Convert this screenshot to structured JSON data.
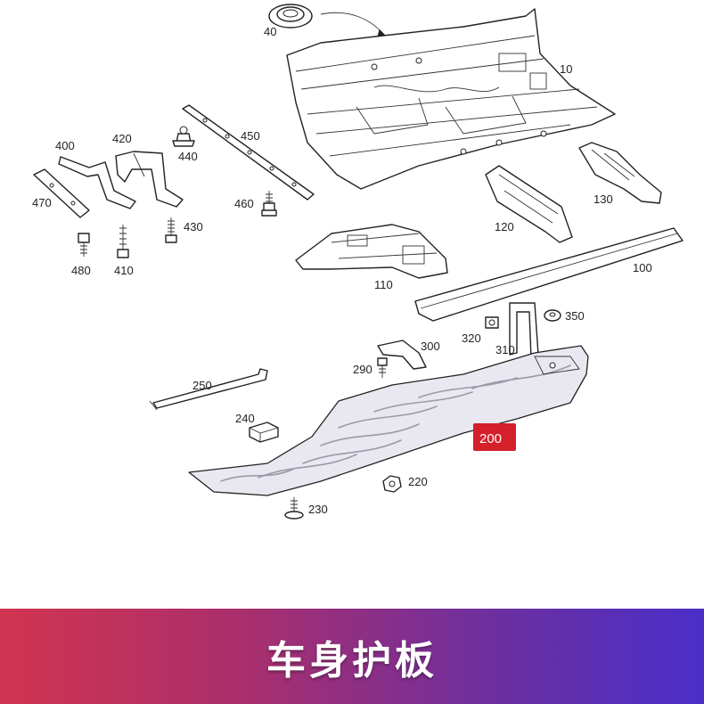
{
  "diagram": {
    "labels": {
      "p10": "10",
      "p40": "40",
      "p100": "100",
      "p110": "110",
      "p120": "120",
      "p130": "130",
      "p200": "200",
      "p220": "220",
      "p230": "230",
      "p240": "240",
      "p250": "250",
      "p290": "290",
      "p300": "300",
      "p310": "310",
      "p320": "320",
      "p350": "350",
      "p400": "400",
      "p410": "410",
      "p420": "420",
      "p430": "430",
      "p440": "440",
      "p450": "450",
      "p460": "460",
      "p470": "470",
      "p480": "480"
    },
    "highlight_color": "#d4202a"
  },
  "banner": {
    "title": "车身护板",
    "gradient_colors": [
      "#d1344f",
      "#a92f6d",
      "#6d2fa0",
      "#4a2fc8"
    ]
  }
}
